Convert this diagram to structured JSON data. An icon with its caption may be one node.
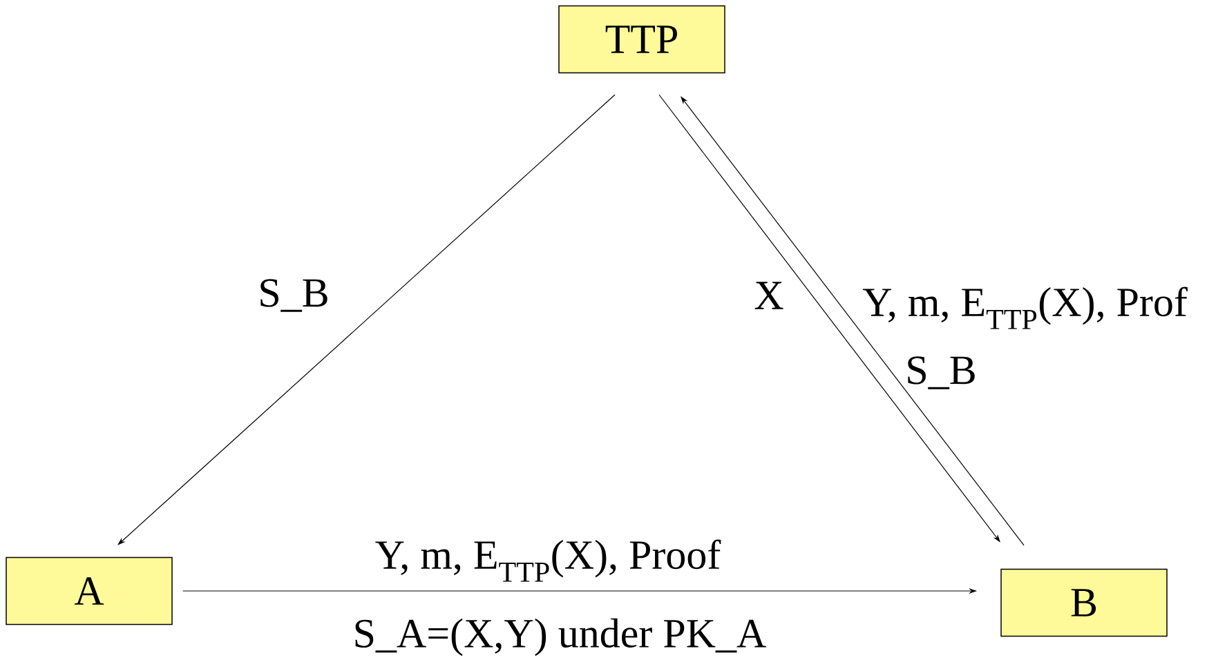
{
  "diagram": {
    "nodes": [
      {
        "text": [
          "TTP"
        ]
      },
      {
        "text": [
          "A"
        ]
      },
      {
        "text": [
          "B"
        ]
      }
    ],
    "edges": [
      {
        "from": 0,
        "to": 1,
        "arrow": "to",
        "label": "S_B"
      },
      {
        "from": 1,
        "to": 2,
        "arrow": "to",
        "label": "Y, m, E$_{TTP}$(X), Proof"
      },
      {
        "from": 0,
        "to": 2,
        "arrow": "to",
        "label": "X"
      },
      {
        "from": 2,
        "to": 0,
        "arrow": "to",
        "label": "Y, m, E$_{TTP}$(X), Prof"
      }
    ],
    "labels": [
      "S_B",
      "S_A=(X,Y) under PK_A"
    ]
  }
}
